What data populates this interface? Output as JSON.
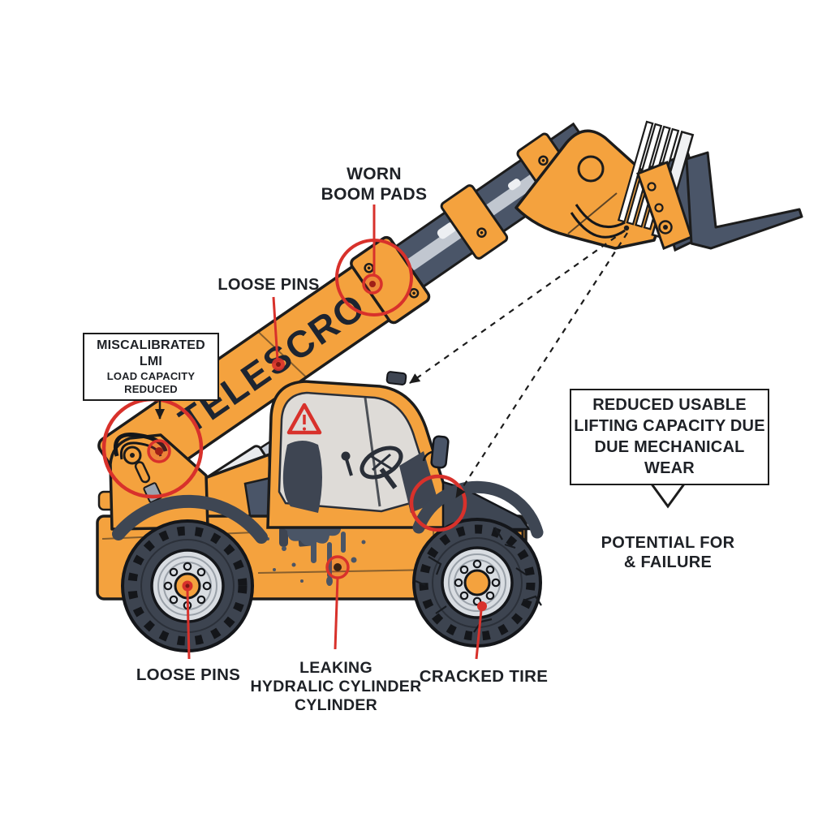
{
  "diagram": {
    "title": "telehandler-mechanical-wear-diagram",
    "boom_text": "TELESCRO",
    "colors": {
      "machine_orange": "#F4A23E",
      "steel_navy": "#4A5568",
      "highlight_red": "#D8312B",
      "tire_dark": "#3D4450",
      "rim_gray": "#D9DDE2",
      "outline_black": "#1c1c1c"
    },
    "icons": {
      "warning_triangle": "warning-triangle-exclamation",
      "down_arrow": "hollow-down-arrow"
    },
    "labels": {
      "worn_boom_pads": {
        "line1": "WORN",
        "line2": "BOOM PADS"
      },
      "loose_pins_top": "LOOSE PINS",
      "miscalibrated_lmi": {
        "line1": "MISCALIBRATED LMI",
        "line2": "LOAD CAPACITY REDUCED"
      },
      "reduced_capacity": {
        "line1": "REDUCED USABLE",
        "line2": "LIFTING CAPACITY DUE",
        "line3": "DUE MECHANICAL WEAR"
      },
      "potential_failure": {
        "line1": "POTENTIAL FOR",
        "line2": "& FAILURE"
      },
      "loose_pins_bottom": "LOOSE PINS",
      "leaking_cylinder": {
        "line1": "LEAKING",
        "line2": "HYDRALIC CYLINDER",
        "line3": "CYLINDER"
      },
      "cracked_tire": "CRACKED TIRE"
    }
  }
}
